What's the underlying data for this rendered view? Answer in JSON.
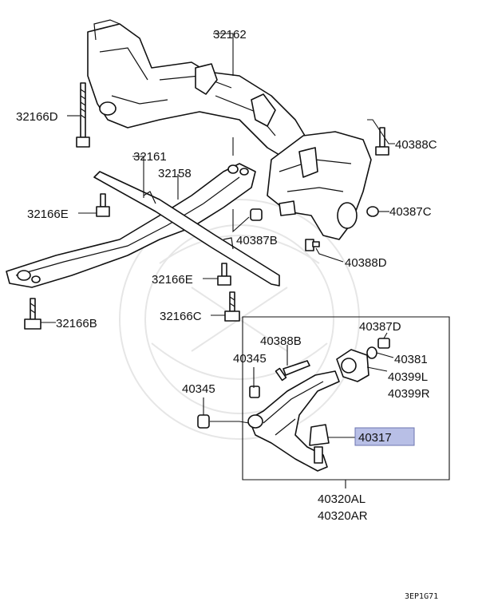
{
  "part_labels": {
    "p32162": "32162",
    "p32166D": "32166D",
    "p32161": "32161",
    "p32158": "32158",
    "p32166E_left": "32166E",
    "p32166E_center": "32166E",
    "p32166B": "32166B",
    "p32166C": "32166C",
    "p40388C": "40388C",
    "p40387C": "40387C",
    "p40387B": "40387B",
    "p40388D": "40388D",
    "p40387D": "40387D",
    "p40381": "40381",
    "p40399L": "40399L",
    "p40399R": "40399R",
    "p40388B": "40388B",
    "p40345_upper": "40345",
    "p40345_lower": "40345",
    "p40317": "40317",
    "p40320AL": "40320AL",
    "p40320AR": "40320AR"
  },
  "highlight_color": "#b8bfe6",
  "diagram_code": "3EP1G71"
}
